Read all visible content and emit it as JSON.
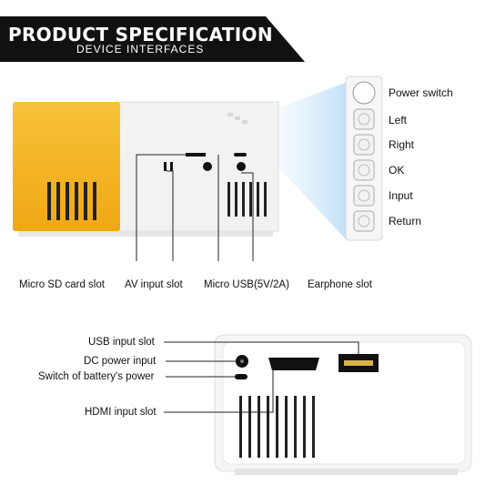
{
  "header": {
    "title": "PRODUCT SPECIFICATION",
    "subtitle": "DEVICE INTERFACES"
  },
  "top_view": {
    "button_labels": [
      "Power switch",
      "Left",
      "Right",
      "OK",
      "Input",
      "Return"
    ],
    "port_labels": [
      "Micro SD card slot",
      "AV input slot",
      "Micro USB(5V/2A)",
      "Earphone slot"
    ]
  },
  "bottom_view": {
    "port_labels": [
      "USB input slot",
      "DC power input",
      "Switch of battery's power",
      "HDMI input slot"
    ]
  },
  "colors": {
    "banner": "#111111",
    "projector_yellow": "#f4b21b",
    "projector_white": "#f3f3f3",
    "light_beam": "#cfe6fb"
  },
  "icons": [
    "projector-side-view",
    "projector-back-view",
    "button-panel"
  ]
}
